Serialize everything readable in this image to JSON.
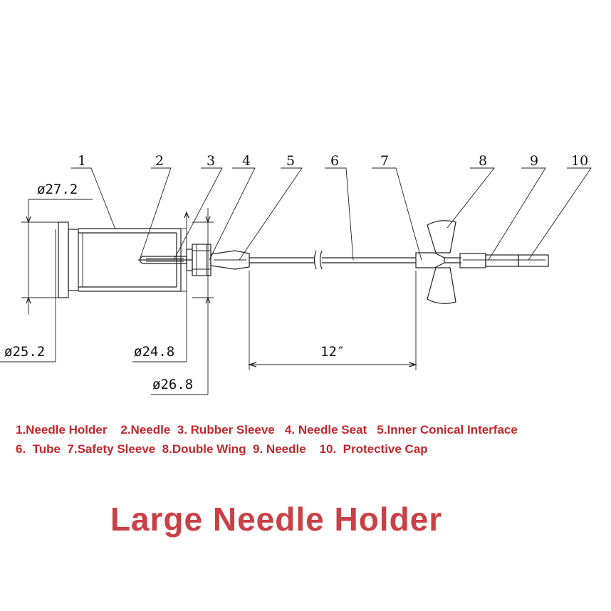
{
  "diagram": {
    "callouts": [
      "1",
      "2",
      "3",
      "4",
      "5",
      "6",
      "7",
      "8",
      "9",
      "10"
    ],
    "dimensions": {
      "d_27_2": "ø27.2",
      "d_25_2": "ø25.2",
      "d_24_8": "ø24.8",
      "d_26_8": "ø26.8",
      "tube_length": "12″"
    }
  },
  "legend": {
    "line1": "1.Needle Holder    2.Needle  3. Rubber Sleeve   4. Needle Seat   5.Inner Conical Interface",
    "line2": "6.  Tube  7.Safety Sleeve  8.Double Wing  9. Needle    10.  Protective Cap"
  },
  "title": "Large Needle Holder"
}
